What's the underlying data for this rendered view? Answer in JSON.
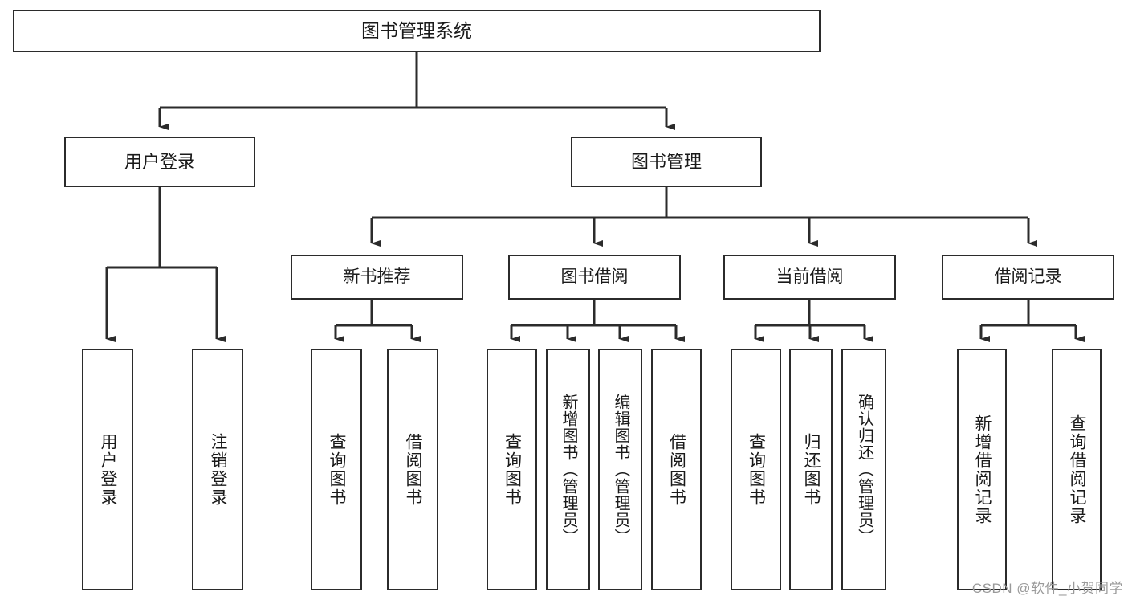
{
  "diagram": {
    "title": "图书管理系统",
    "type": "hierarchy-tree",
    "root": {
      "label": "图书管理系统"
    },
    "level1": [
      {
        "label": "用户登录"
      },
      {
        "label": "图书管理"
      }
    ],
    "level2": [
      {
        "label": "新书推荐"
      },
      {
        "label": "图书借阅"
      },
      {
        "label": "当前借阅"
      },
      {
        "label": "借阅记录"
      }
    ],
    "leaves": {
      "user_login": [
        {
          "label": "用户登录"
        },
        {
          "label": "注销登录"
        }
      ],
      "new_book_recommend": [
        {
          "label": "查询图书"
        },
        {
          "label": "借阅图书"
        }
      ],
      "book_borrow": [
        {
          "label": "查询图书"
        },
        {
          "label": "新增图书（管理员）"
        },
        {
          "label": "编辑图书（管理员）"
        },
        {
          "label": "借阅图书"
        }
      ],
      "current_borrow": [
        {
          "label": "查询图书"
        },
        {
          "label": "归还图书"
        },
        {
          "label": "确认归还（管理员）"
        }
      ],
      "borrow_records": [
        {
          "label": "新增借阅记录"
        },
        {
          "label": "查询借阅记录"
        }
      ]
    }
  },
  "watermark": {
    "text": "CSDN @软件_小贺同学"
  },
  "colors": {
    "stroke": "#2b2b2b",
    "background": "#ffffff",
    "text": "#1a1a1a",
    "watermark": "#9a9a9a"
  }
}
